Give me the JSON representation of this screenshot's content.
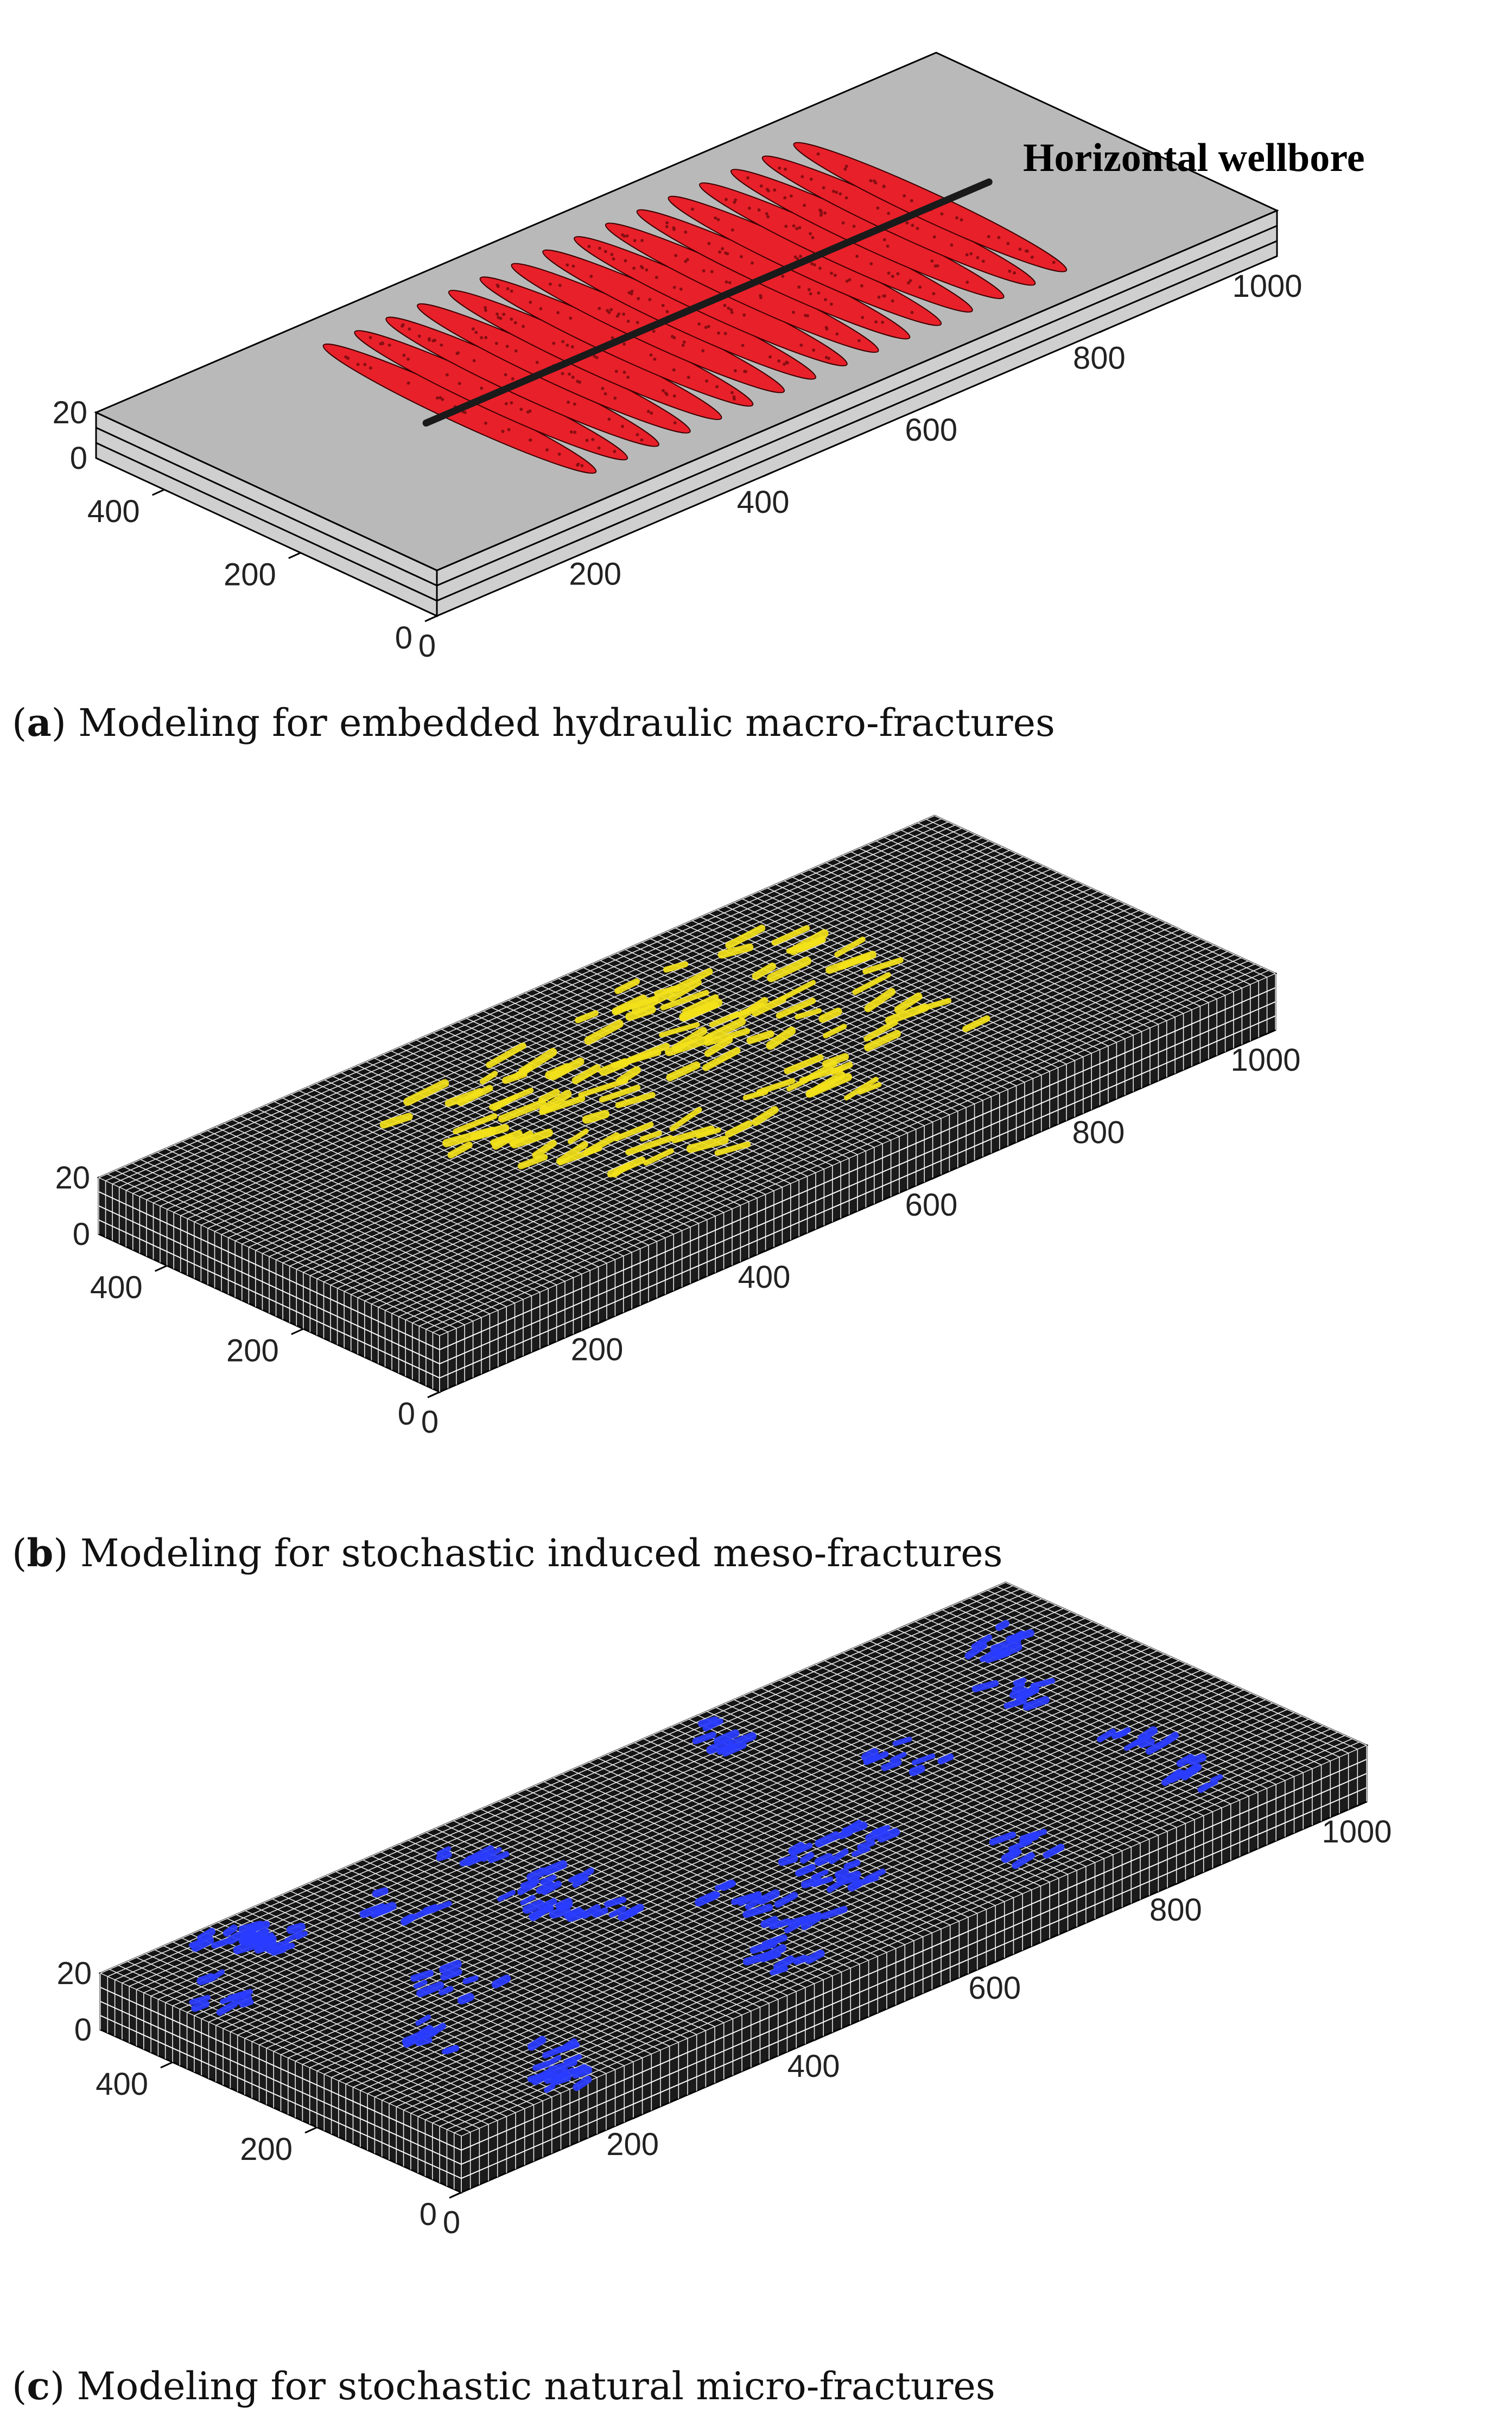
{
  "chart_data": [
    {
      "type": "3d-fracture-model",
      "panel_label": "a",
      "caption": "Modeling for embedded hydraulic macro-fractures",
      "annotation": "Horizontal wellbore",
      "x_ticks": [
        "0",
        "200",
        "400",
        "600",
        "800",
        "1000"
      ],
      "y_ticks": [
        "0",
        "200",
        "400"
      ],
      "z_ticks": [
        "0",
        "20"
      ],
      "x_range": [
        0,
        1000
      ],
      "y_range": [
        0,
        500
      ],
      "z_range": [
        0,
        20
      ],
      "matrix_color": "#b9b9b9",
      "fracture_color": "#e8202a",
      "wellbore_color": "#1a1a1a",
      "fracture_count": 16
    },
    {
      "type": "3d-fracture-model",
      "panel_label": "b",
      "caption": "Modeling for stochastic induced meso-fractures",
      "x_ticks": [
        "0",
        "200",
        "400",
        "600",
        "800",
        "1000"
      ],
      "y_ticks": [
        "0",
        "200",
        "400"
      ],
      "z_ticks": [
        "0",
        "20"
      ],
      "x_range": [
        0,
        1000
      ],
      "y_range": [
        0,
        500
      ],
      "z_range": [
        0,
        20
      ],
      "grid_color": "#ffffff",
      "fracture_color": "#f4e21a"
    },
    {
      "type": "3d-fracture-model",
      "panel_label": "c",
      "caption": "Modeling for stochastic natural micro-fractures",
      "x_ticks": [
        "0",
        "200",
        "400",
        "600",
        "800",
        "1000"
      ],
      "y_ticks": [
        "0",
        "200",
        "400"
      ],
      "z_ticks": [
        "0",
        "20"
      ],
      "x_range": [
        0,
        1000
      ],
      "y_range": [
        0,
        500
      ],
      "z_range": [
        0,
        20
      ],
      "grid_color": "#ffffff",
      "fracture_color": "#2a3cff"
    }
  ]
}
